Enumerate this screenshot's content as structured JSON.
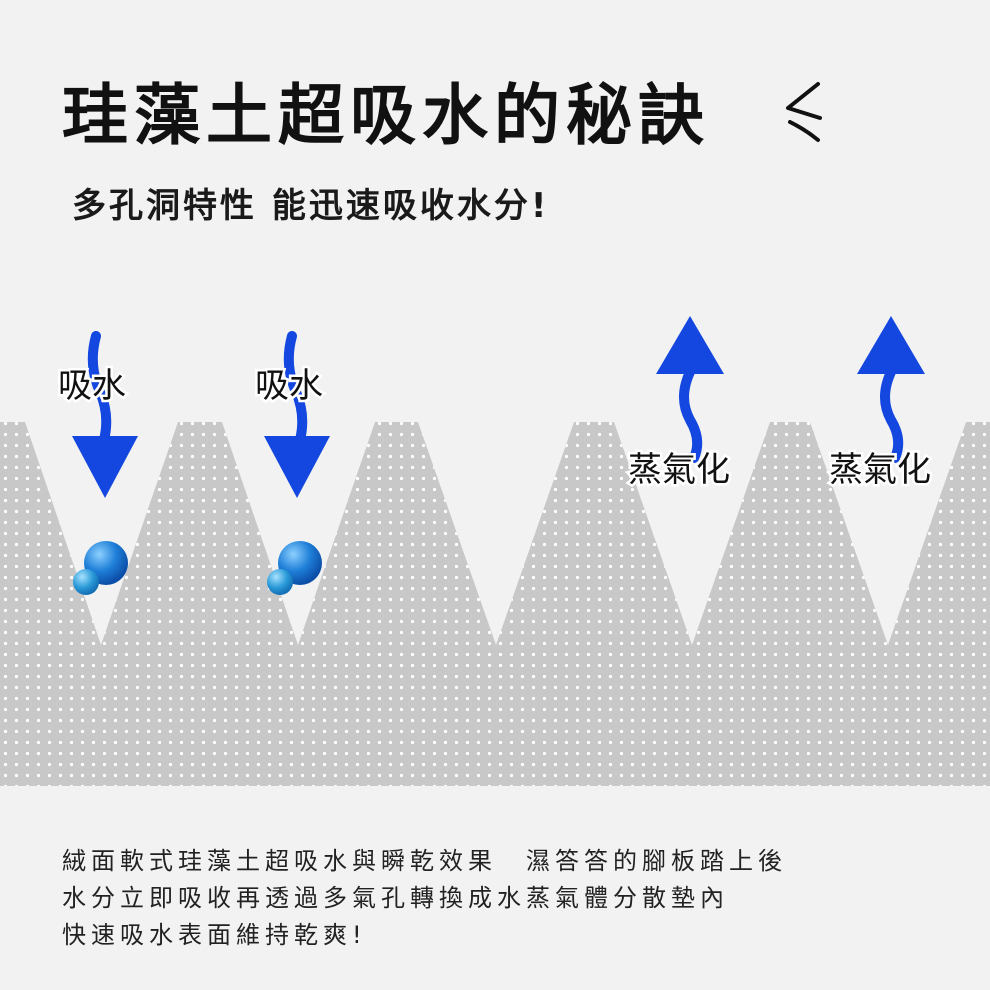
{
  "header": {
    "title": "珪藻土超吸水的秘訣",
    "subtitle": "多孔洞特性 能迅速吸收水分!"
  },
  "diagram": {
    "absorb_label": "吸水",
    "evaporate_label": "蒸氣化",
    "colors": {
      "arrow": "#1347e0",
      "droplet": "#1f7fd8",
      "panel": "#c8c8c8",
      "background": "#f2f2f2"
    }
  },
  "description": {
    "lines": [
      "絨面軟式珪藻土超吸水與瞬乾效果　濕答答的腳板踏上後",
      "水分立即吸收再透過多氣孔轉換成水蒸氣體分散墊內",
      "快速吸水表面維持乾爽!"
    ]
  }
}
